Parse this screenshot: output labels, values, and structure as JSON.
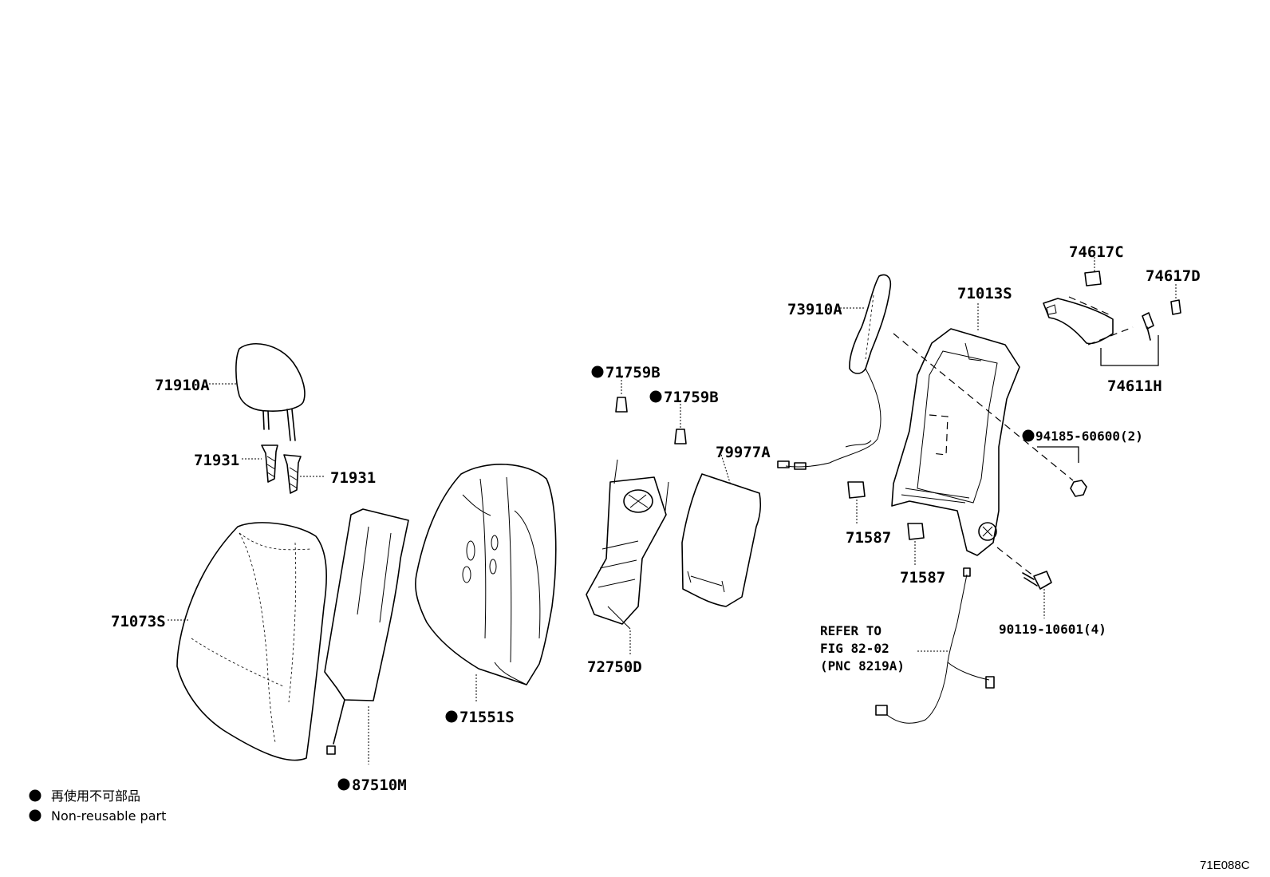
{
  "labels": {
    "p71910A": "71910A",
    "p71931a": "71931",
    "p71931b": "71931",
    "p71073S": "71073S",
    "p87510M": "87510M",
    "p71551S": "71551S",
    "p71759Ba": "71759B",
    "p71759Bb": "71759B",
    "p72750D": "72750D",
    "p79977A": "79977A",
    "p73910A": "73910A",
    "p71587a": "71587",
    "p71587b": "71587",
    "p71013S": "71013S",
    "p74617C": "74617C",
    "p74617D": "74617D",
    "p74611H": "74611H",
    "p94185": "94185-60600(2)",
    "p90119": "90119-10601(4)",
    "refer1": "REFER TO",
    "refer2": "FIG 82-02",
    "refer3": "(PNC 8219A)"
  },
  "legend": {
    "jp": "再使用不可部品",
    "en": "Non-reusable part"
  },
  "figure_code": "71E088C"
}
